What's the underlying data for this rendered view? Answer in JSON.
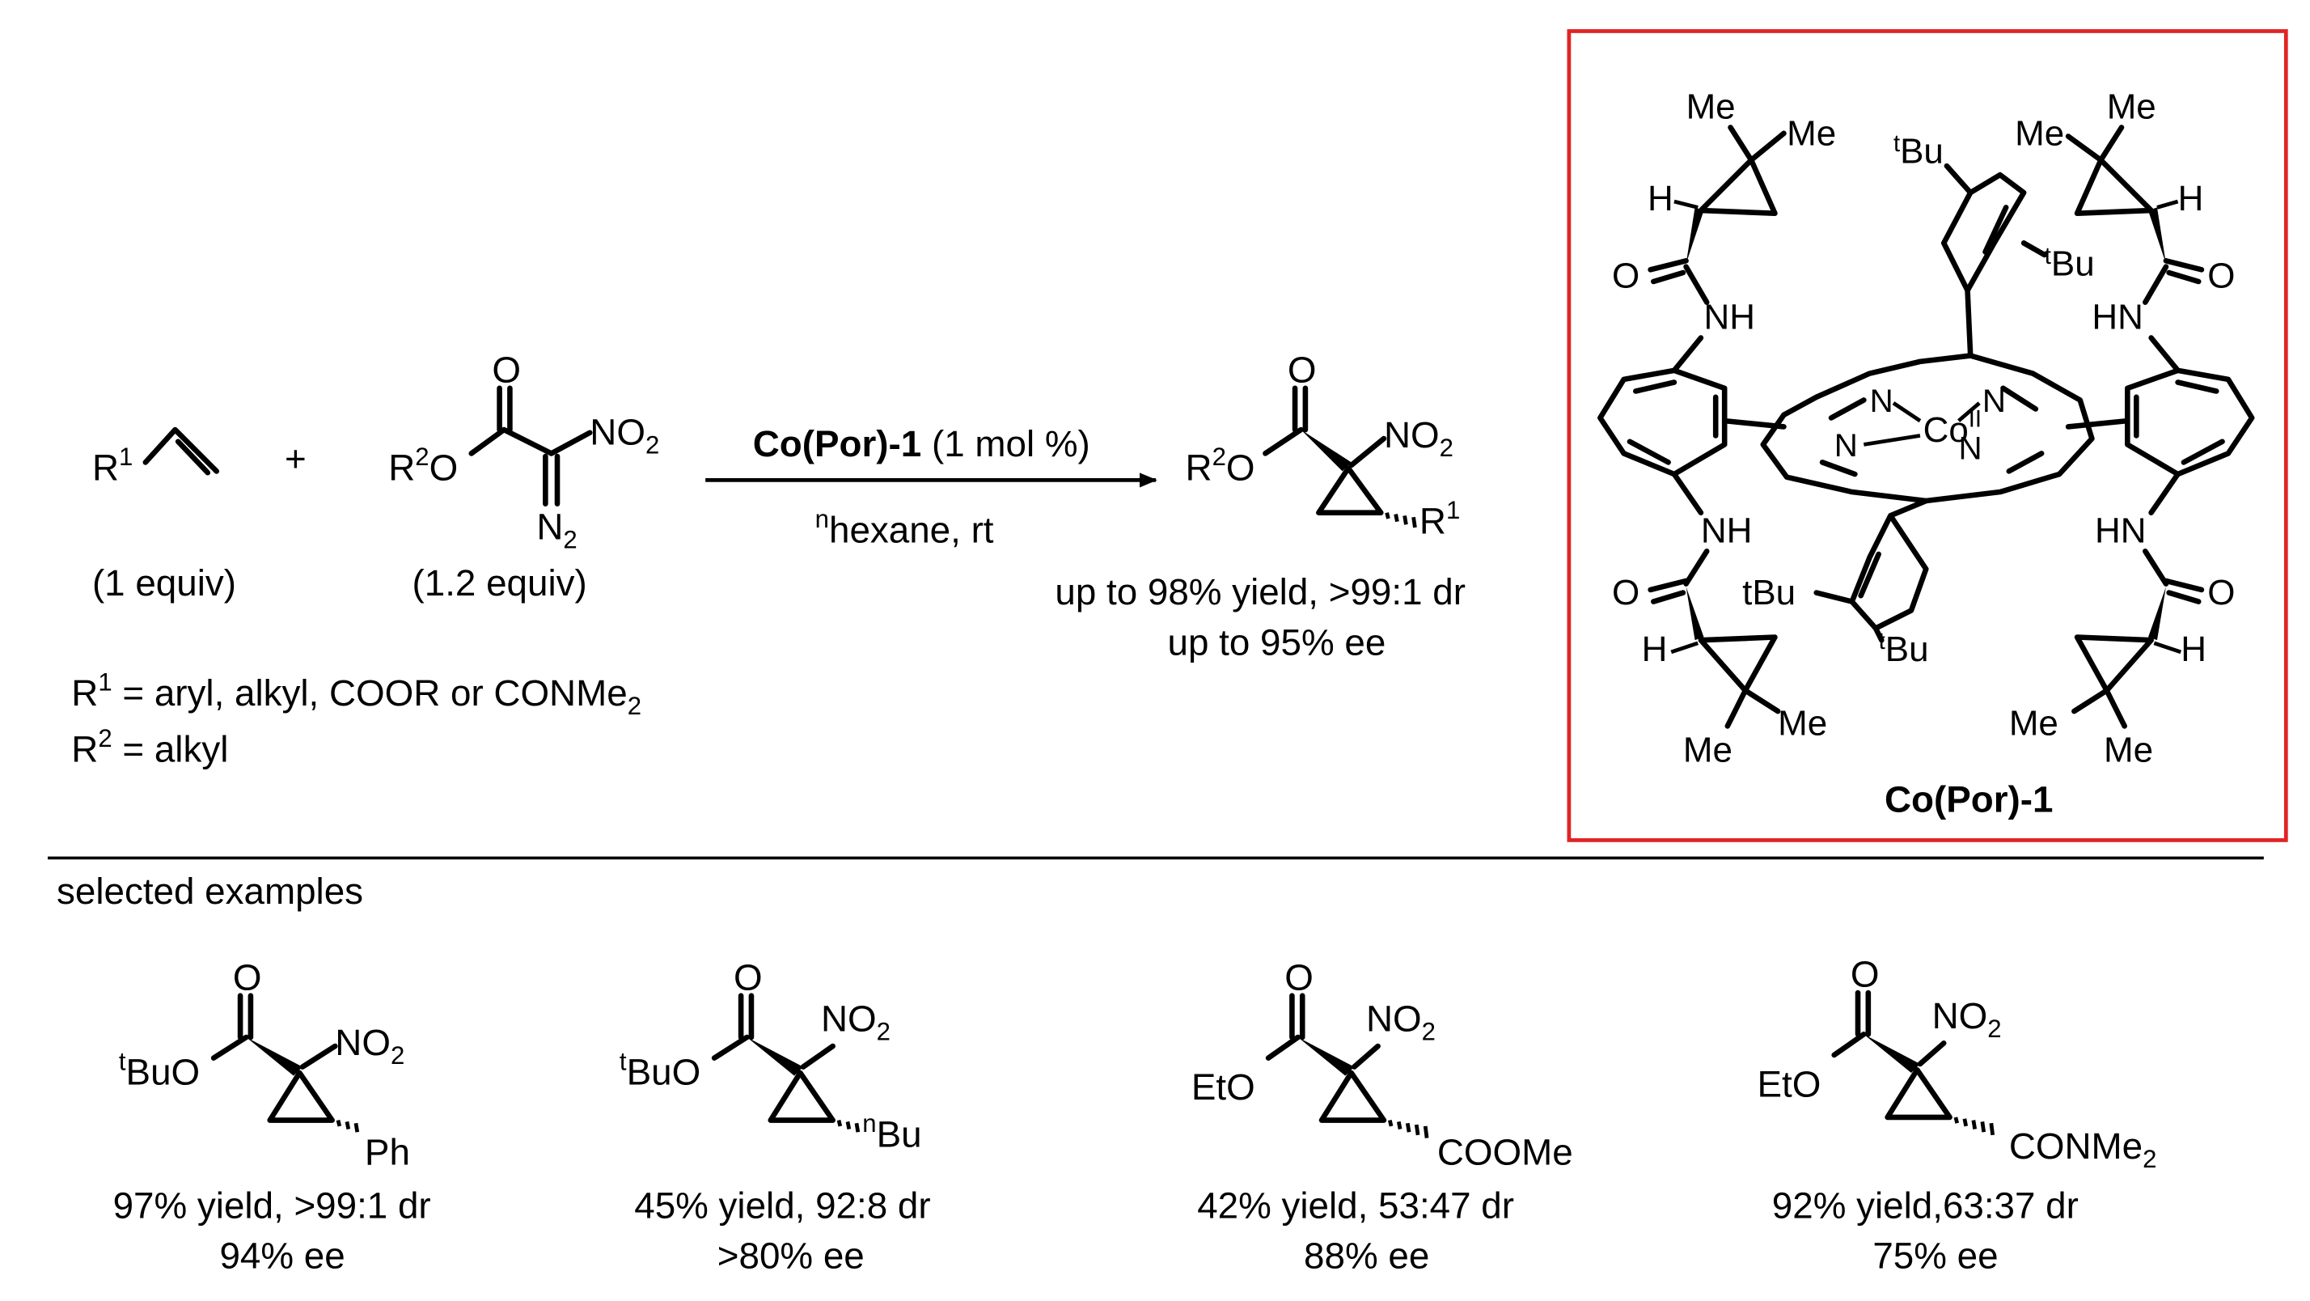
{
  "reaction": {
    "alkene": {
      "r_label": "R",
      "r_sup": "1",
      "equiv": "(1 equiv)"
    },
    "plus": "+",
    "diazo": {
      "ester": "R",
      "ester_sup": "2",
      "ester_o": "O",
      "carbonyl_o": "O",
      "nitro": "NO",
      "nitro_sub": "2",
      "diazo_n": "N",
      "diazo_sub": "2",
      "equiv": "(1.2 equiv)"
    },
    "catalyst": {
      "name": "Co(Por)-1",
      "loading": " (1 mol %)"
    },
    "solvent": {
      "prefix": "n",
      "name": "hexane, rt"
    },
    "product": {
      "ester": "R",
      "ester_sup": "2",
      "ester_o": "O",
      "carbonyl_o": "O",
      "nitro": "NO",
      "nitro_sub": "2",
      "sub_r": "R",
      "sub_r_sup": "1"
    },
    "outcome_line1": "up to 98% yield, >99:1 dr",
    "outcome_line2": "up to 95% ee",
    "r1_definition": {
      "pre": "R",
      "sup": "1",
      "post": " = aryl, alkyl, COOR or CONMe",
      "sub": "2"
    },
    "r2_definition": {
      "pre": "R",
      "sup": "2",
      "post": " = alkyl"
    }
  },
  "catalyst_box": {
    "label": "Co(Por)-1",
    "metal": "Co",
    "oxidation": "II",
    "pyrrole_n": "N",
    "me": "Me",
    "h": "H",
    "o": "O",
    "nh": "NH",
    "hn": "HN",
    "tbu_sup": "t",
    "tbu": "Bu",
    "tbu_plain": "tBu",
    "border_color": "#e02424"
  },
  "examples": {
    "heading": "selected examples",
    "items": [
      {
        "ester": "Bu",
        "ester_sup": "t",
        "ester_o": "O",
        "carbonyl_o": "O",
        "nitro": "NO",
        "nitro_sub": "2",
        "substituent": "Ph",
        "sub_sup": "",
        "sub_sub": "",
        "line1": "97% yield, >99:1 dr",
        "line2": "94% ee"
      },
      {
        "ester": "Bu",
        "ester_sup": "t",
        "ester_o": "O",
        "carbonyl_o": "O",
        "nitro": "NO",
        "nitro_sub": "2",
        "substituent": "Bu",
        "sub_sup": "n",
        "sub_sub": "",
        "line1": "45% yield, 92:8 dr",
        "line2": ">80% ee"
      },
      {
        "ester": "EtO",
        "ester_sup": "",
        "ester_o": "",
        "carbonyl_o": "O",
        "nitro": "NO",
        "nitro_sub": "2",
        "substituent": "COOMe",
        "sub_sup": "",
        "sub_sub": "",
        "line1": "42% yield, 53:47 dr",
        "line2": "88% ee"
      },
      {
        "ester": "EtO",
        "ester_sup": "",
        "ester_o": "",
        "carbonyl_o": "O",
        "nitro": "NO",
        "nitro_sub": "2",
        "substituent": "CONMe",
        "sub_sup": "",
        "sub_sub": "2",
        "line1": "92% yield,63:37 dr",
        "line2": "75% ee"
      }
    ]
  }
}
